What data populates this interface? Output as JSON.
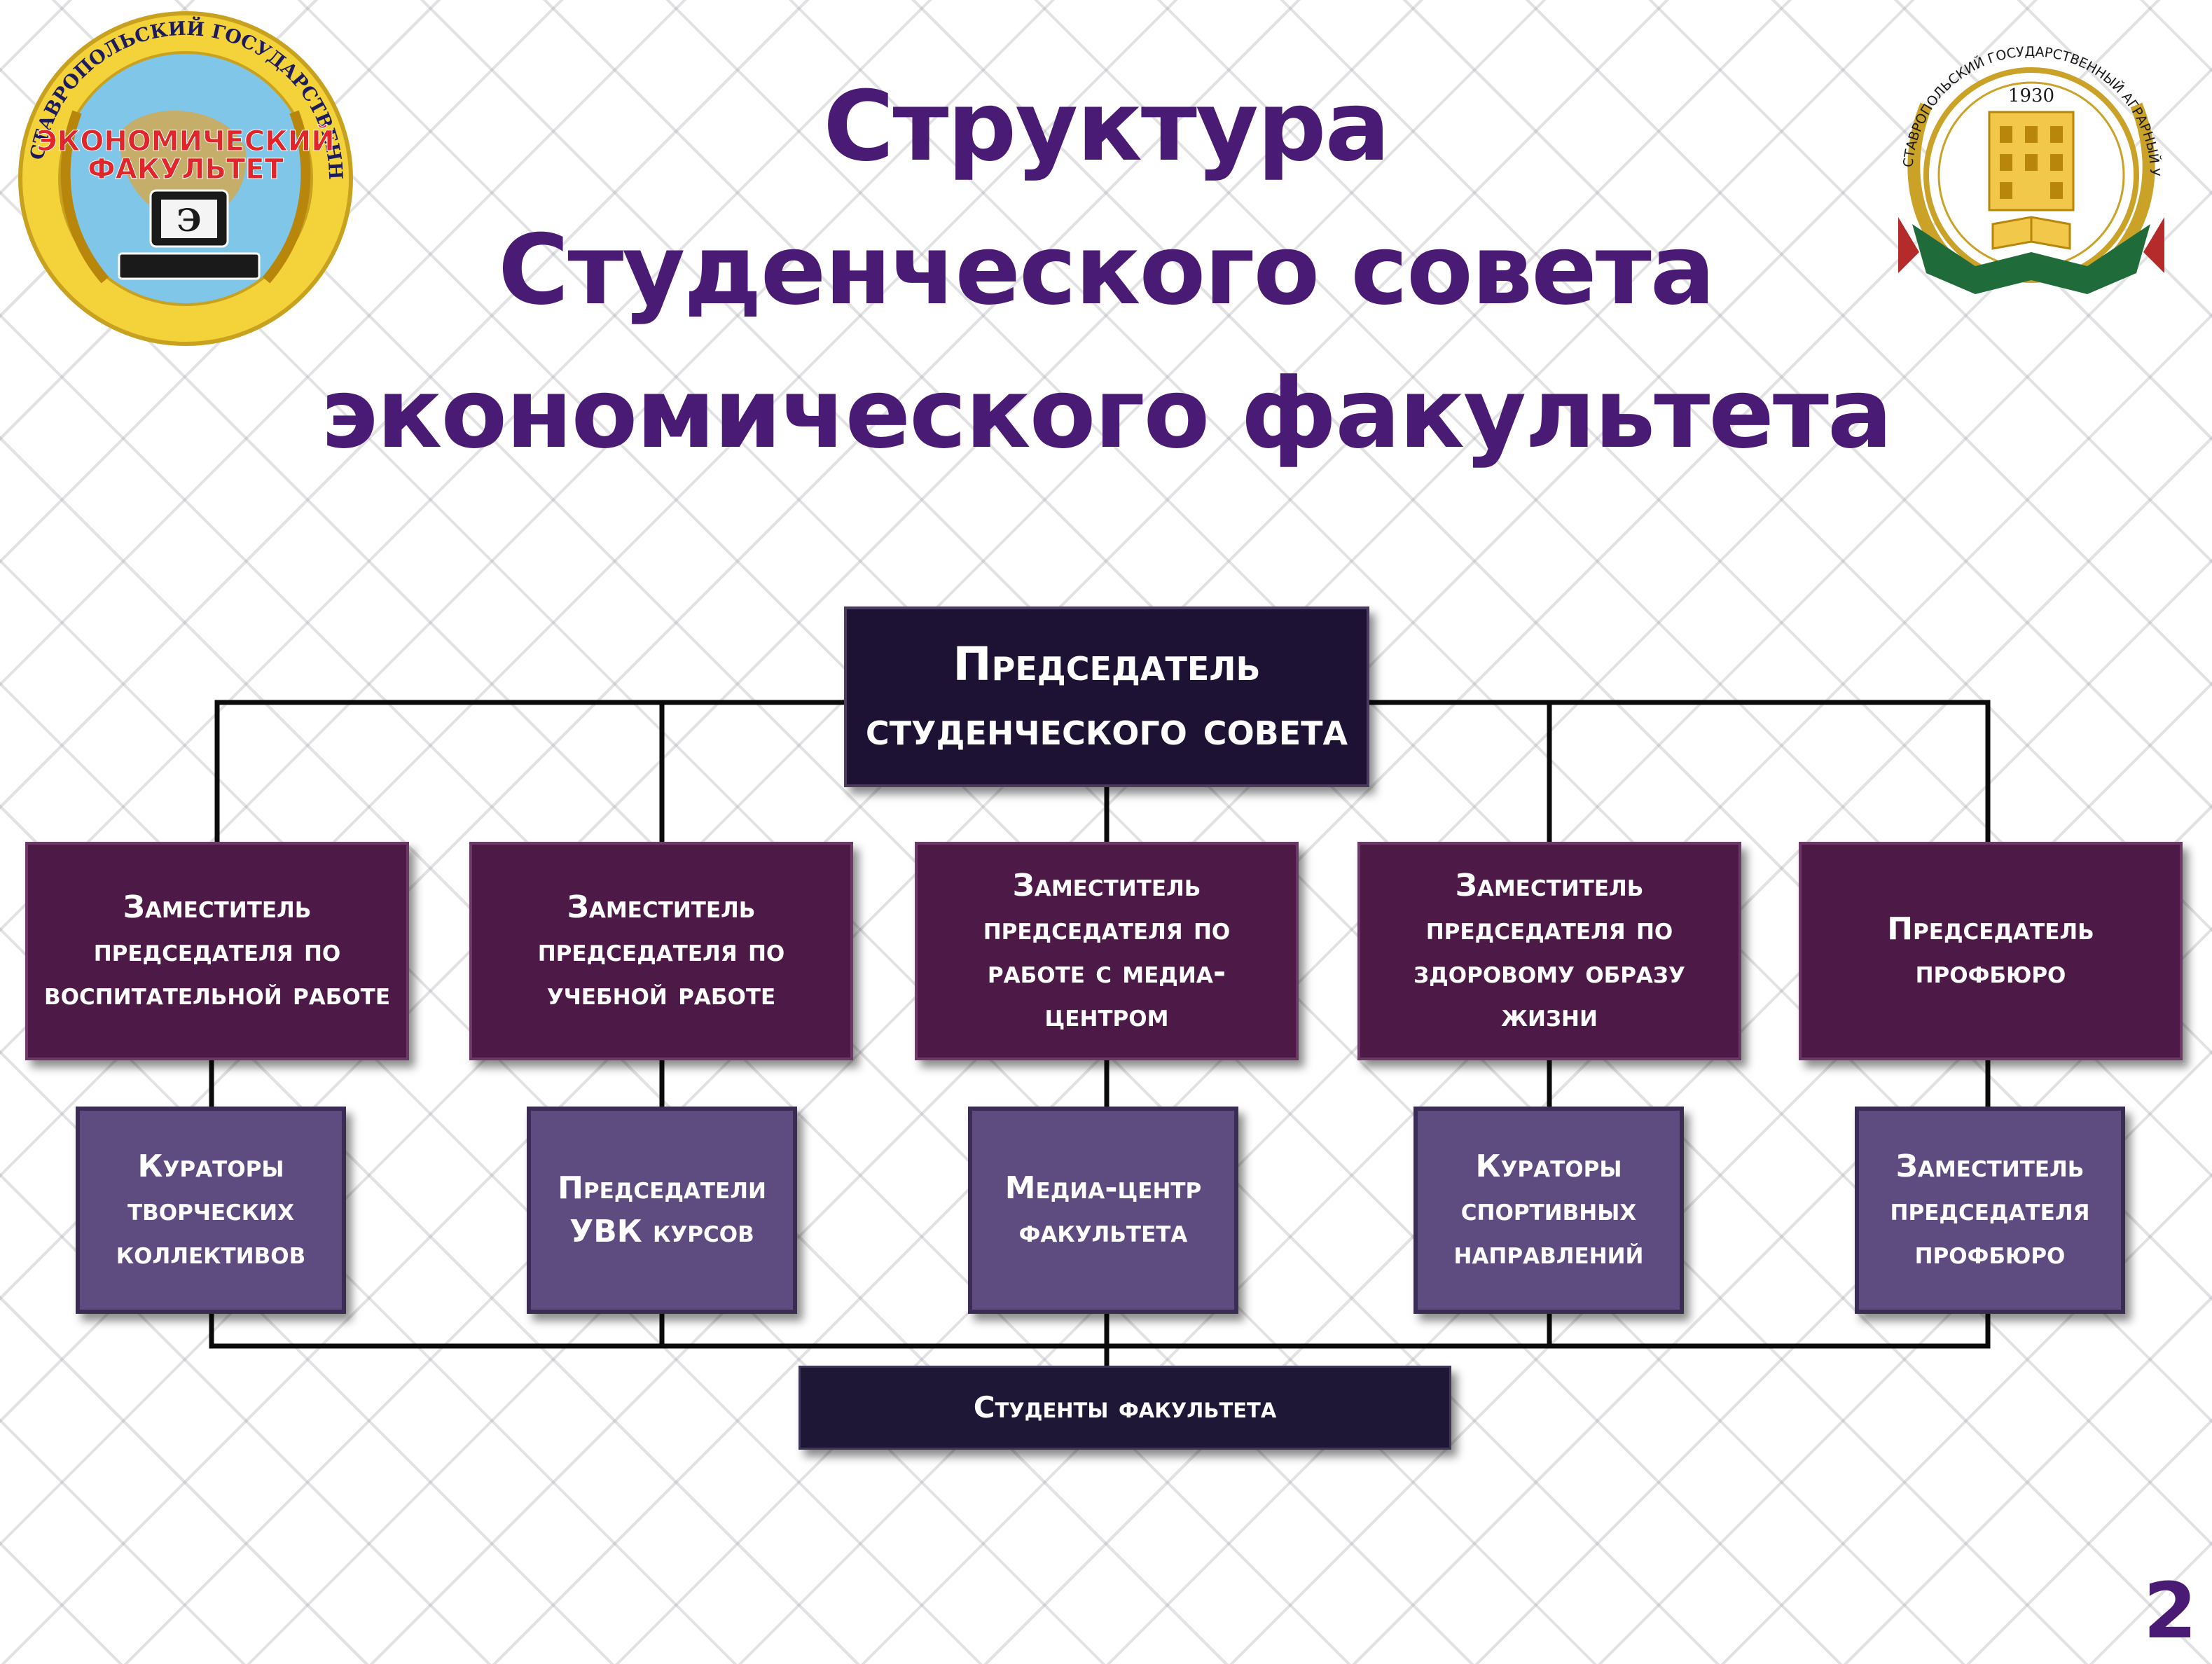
{
  "title": {
    "line1": "Структура",
    "line2": "Студенческого совета",
    "line3": "экономического факультета"
  },
  "logos": {
    "faculty": {
      "ring_text": "СТАВРОПОЛЬСКИЙ ГОСУДАРСТВЕННЫЙ АГРАРНЫЙ УНИВЕРСИТЕТ",
      "line1": "ЭКОНОМИЧЕСКИЙ",
      "line2": "ФАКУЛЬТЕТ",
      "letter": "Э"
    },
    "university": {
      "ring_text": "СТАВРОПОЛЬСКИЙ ГОСУДАРСТВЕННЫЙ АГРАРНЫЙ УНИВЕРСИТЕТ",
      "year": "1930"
    }
  },
  "org": {
    "chair": {
      "line1": "Председатель",
      "line2": "студенческого совета"
    },
    "deputies": [
      {
        "lines": [
          "Заместитель",
          "председателя по",
          "воспитательной работе"
        ]
      },
      {
        "lines": [
          "Заместитель",
          "председателя по",
          "учебной работе"
        ]
      },
      {
        "lines": [
          "Заместитель",
          "председателя по",
          "работе с медиа-центром"
        ]
      },
      {
        "lines": [
          "Заместитель",
          "председателя по",
          "здоровому образу",
          "жизни"
        ]
      },
      {
        "lines": [
          "Председатель",
          "профбюро"
        ]
      }
    ],
    "subordinates": [
      {
        "lines": [
          "Кураторы",
          "творческих",
          "коллективов"
        ]
      },
      {
        "lines": [
          "Председатели",
          "УВК курсов"
        ]
      },
      {
        "lines": [
          "Медиа-центр",
          "факультета"
        ]
      },
      {
        "lines": [
          "Кураторы",
          "спортивных",
          "направлений"
        ]
      },
      {
        "lines": [
          "Заместитель",
          "председателя",
          "профбюро"
        ]
      }
    ],
    "students": "Студенты факультета"
  },
  "page_number": "2",
  "colors": {
    "title": "#4a1b74",
    "chair_bg": "#1d1233",
    "deputy_bg": "#4d1a47",
    "sub_bg": "#5e4b80",
    "students_bg": "#1e1735"
  }
}
